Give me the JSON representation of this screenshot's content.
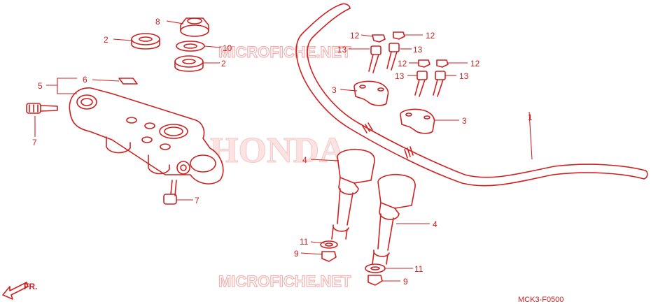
{
  "watermarks": {
    "brand": "HONDA",
    "site_top": "MICROFICHE.NET",
    "site_bottom": "MICROFICHE.NET"
  },
  "diagram_code": "MCK3-F0500",
  "direction_label": "FR.",
  "callouts": {
    "c1": "1",
    "c2a": "2",
    "c2b": "2",
    "c3a": "3",
    "c3b": "3",
    "c4a": "4",
    "c4b": "4",
    "c5": "5",
    "c6": "6",
    "c7a": "7",
    "c7b": "7",
    "c8": "8",
    "c9a": "9",
    "c9b": "9",
    "c10": "10",
    "c11a": "11",
    "c11b": "11",
    "c12a": "12",
    "c12b": "12",
    "c12c": "12",
    "c12d": "12",
    "c13a": "13",
    "c13b": "13",
    "c13c": "13",
    "c13d": "13"
  },
  "colors": {
    "line": "#d02020",
    "watermark": "#f2b2b2"
  }
}
